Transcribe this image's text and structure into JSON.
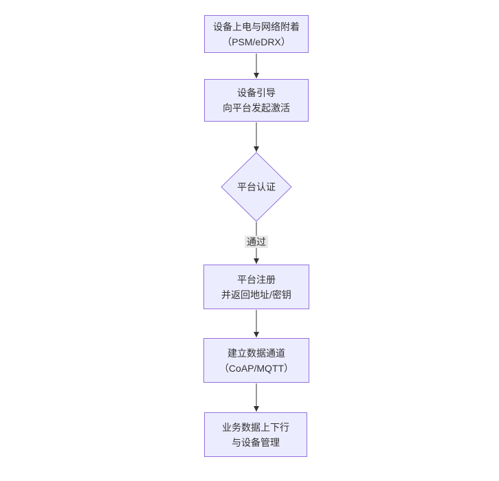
{
  "diagram": {
    "type": "flowchart",
    "direction": "top-down",
    "colors": {
      "node_fill": "#ECECFF",
      "node_border": "#9370DB",
      "text": "#333333",
      "arrow": "#333333",
      "edge_label_bg": "#e8e8e8",
      "background": "#ffffff"
    },
    "nodes": [
      {
        "id": "start",
        "shape": "rect",
        "lines": [
          "设备上电与网络附着",
          "（PSM/eDRX）"
        ]
      },
      {
        "id": "boot",
        "shape": "rect",
        "lines": [
          "设备引导",
          "向平台发起激活"
        ]
      },
      {
        "id": "auth",
        "shape": "diamond",
        "lines": [
          "平台认证"
        ]
      },
      {
        "id": "register",
        "shape": "rect",
        "lines": [
          "平台注册",
          "并返回地址/密钥"
        ]
      },
      {
        "id": "channel",
        "shape": "rect",
        "lines": [
          "建立数据通道",
          "（CoAP/MQTT）"
        ]
      },
      {
        "id": "business",
        "shape": "rect",
        "lines": [
          "业务数据上下行",
          "与设备管理"
        ]
      }
    ],
    "edges": [
      {
        "from": "start",
        "to": "boot",
        "label": ""
      },
      {
        "from": "boot",
        "to": "auth",
        "label": ""
      },
      {
        "from": "auth",
        "to": "register",
        "label": "通过"
      },
      {
        "from": "register",
        "to": "channel",
        "label": ""
      },
      {
        "from": "channel",
        "to": "business",
        "label": ""
      }
    ]
  }
}
